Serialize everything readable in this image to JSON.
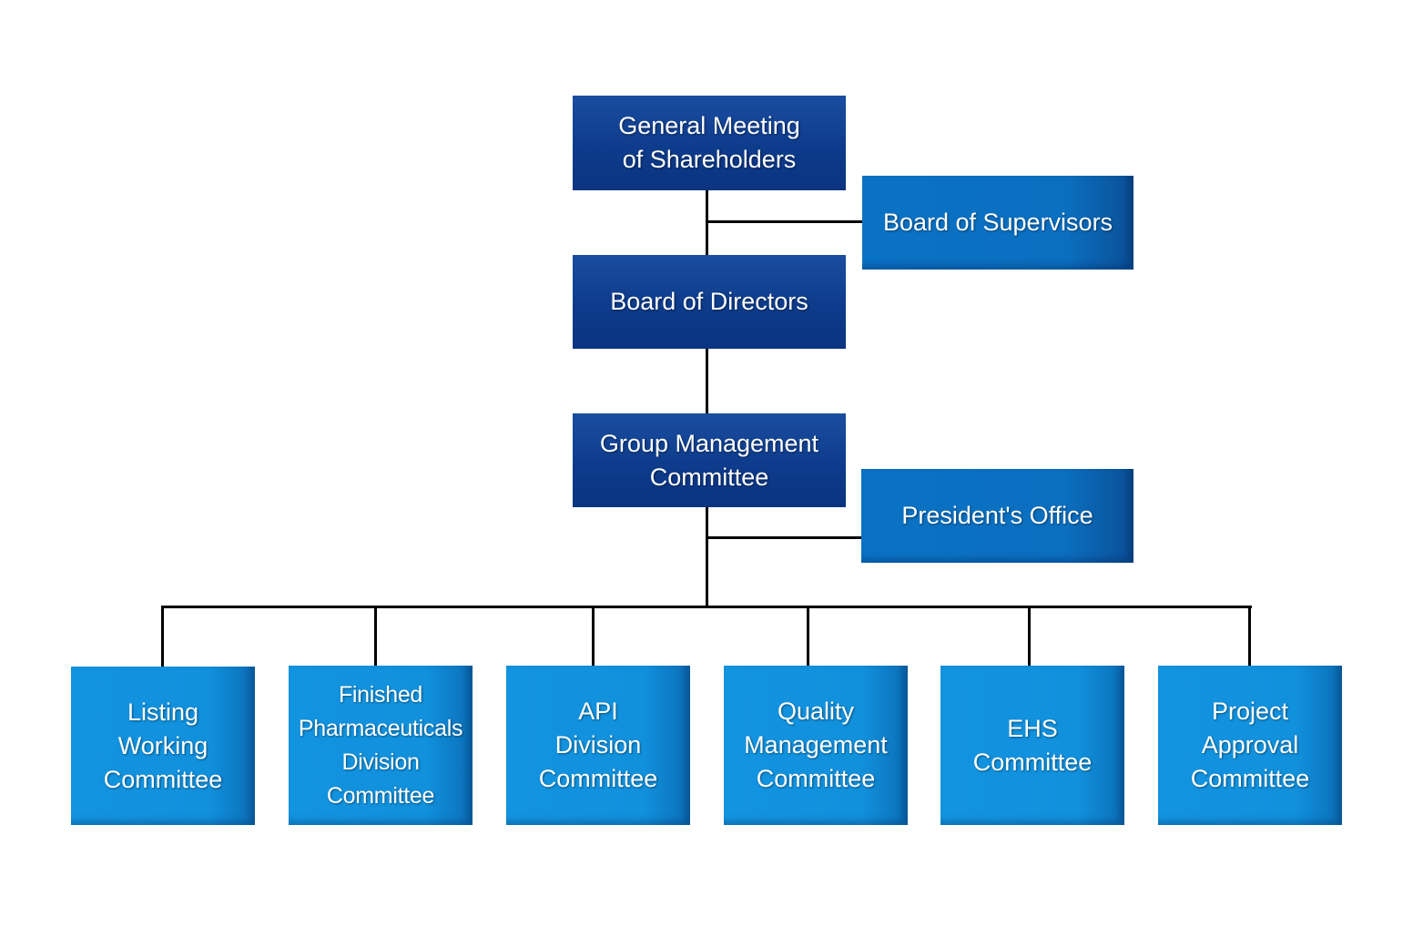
{
  "nodes": {
    "shareholders": "General Meeting\nof Shareholders",
    "supervisors": "Board of Supervisors",
    "directors": "Board of Directors",
    "group_management": "Group Management\nCommittee",
    "presidents_office": "President's Office",
    "committees": [
      "Listing\nWorking\nCommittee",
      "Finished\nPharmaceuticals\nDivision\nCommittee",
      "API\nDivision\nCommittee",
      "Quality\nManagement\nCommittee",
      "EHS\nCommittee",
      "Project\nApproval\nCommittee"
    ]
  },
  "colors": {
    "dark_box": "#0d3a8a",
    "mid_box": "#0b6fc0",
    "light_box": "#1190dc",
    "connector": "#000000"
  }
}
